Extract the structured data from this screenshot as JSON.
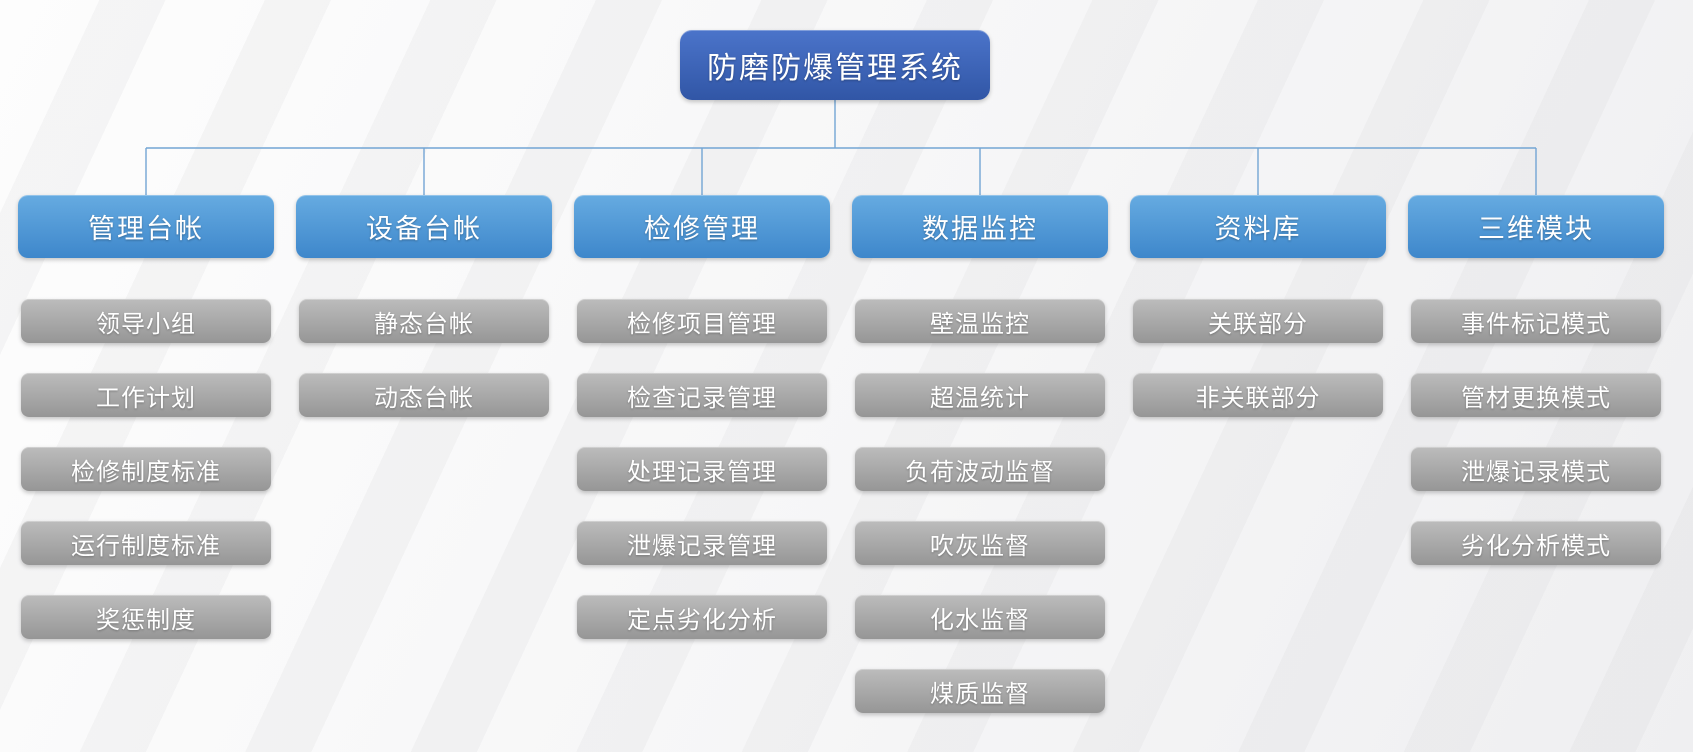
{
  "title": "防磨防爆管理系统",
  "branches": [
    {
      "label": "管理台帐",
      "items": [
        "领导小组",
        "工作计划",
        "检修制度标准",
        "运行制度标准",
        "奖惩制度"
      ]
    },
    {
      "label": "设备台帐",
      "items": [
        "静态台帐",
        "动态台帐"
      ]
    },
    {
      "label": "检修管理",
      "items": [
        "检修项目管理",
        "检查记录管理",
        "处理记录管理",
        "泄爆记录管理",
        "定点劣化分析"
      ]
    },
    {
      "label": "数据监控",
      "items": [
        "壁温监控",
        "超温统计",
        "负荷波动监督",
        "吹灰监督",
        "化水监督",
        "煤质监督"
      ]
    },
    {
      "label": "资料库",
      "items": [
        "关联部分",
        "非关联部分"
      ]
    },
    {
      "label": "三维模块",
      "items": [
        "事件标记模式",
        "管材更换模式",
        "泄爆记录模式",
        "劣化分析模式"
      ]
    }
  ],
  "colors": {
    "root_top": "#4b74ca",
    "root_bottom": "#3156a6",
    "branch_top": "#66abe1",
    "branch_bottom": "#3e87cb",
    "item_top": "#bcbcbc",
    "item_bottom": "#969696",
    "connector": "#73a5d4",
    "text": "#ffffff"
  }
}
